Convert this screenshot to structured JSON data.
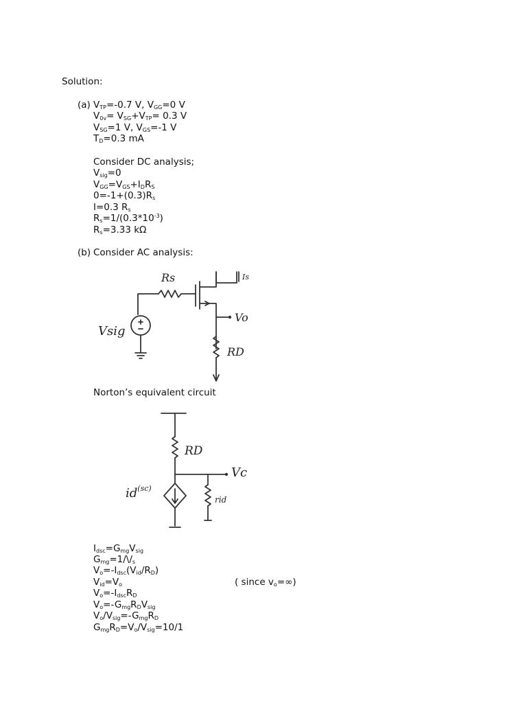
{
  "heading": "Solution:",
  "part_a": {
    "label": "(a)",
    "line1": {
      "a": "V",
      "a_sub": "TP",
      "b": "=-0.7 V, V",
      "b_sub": "GG",
      "c": "=0 V"
    },
    "line2": {
      "a": "V",
      "a_sub": "0v",
      "b": "= V",
      "b_sub": "SG",
      "c": "+V",
      "c_sub": "TP",
      "d": "= 0.3 V"
    },
    "line3": {
      "a": "V",
      "a_sub": "SG",
      "b": "=1 V, V",
      "b_sub": "GS",
      "c": "=-1 V"
    },
    "line4": {
      "a": "T",
      "a_sub": "D",
      "b": "=0.3 mA"
    },
    "dc_title": "Consider  DC analysis;",
    "dc1": {
      "a": "V",
      "a_sub": "sig",
      "b": "=0"
    },
    "dc2": {
      "a": "V",
      "a_sub": "GG",
      "b": "=V",
      "b_sub": "GS",
      "c": "+I",
      "c_sub": "D",
      "d": "R",
      "d_sub": "S"
    },
    "dc3": {
      "a": "0=-1+(0.3)R",
      "a_sub": "s"
    },
    "dc4": {
      "a": "I=0.3 R",
      "a_sub": "s"
    },
    "dc5": {
      "a": "R",
      "a_sub": "s",
      "b": "=1/(0.3*10",
      "b_sup": "-3",
      "c": ")"
    },
    "dc6": {
      "a": "R",
      "a_sub": "s",
      "b": "=3.33 kΩ"
    }
  },
  "part_b": {
    "label": "(b)",
    "title": "Consider AC analysis:",
    "circuit1": {
      "rs": "Rs",
      "is": "Is",
      "vsig": "Vsig",
      "vo": "Vo",
      "rd": "RD"
    },
    "norton_caption": "Norton’s equivalent circuit",
    "circuit2": {
      "rd": "RD",
      "vo": "Vc",
      "id": "id",
      "id_sup": "(sc)",
      "rid": "rid"
    },
    "eq1": {
      "a": "I",
      "a_sub": "dsc",
      "b": "=G",
      "b_sub": "mg",
      "c": "V",
      "c_sub": "sig"
    },
    "eq2": {
      "a": "G",
      "a_sub": "mg",
      "b": "=1/\\/",
      "b_sub": "s"
    },
    "eq3": {
      "a": "V",
      "a_sub": "o",
      "b": "=-I",
      "b_sub": "dsc",
      "c": "(V",
      "c_sub": "id",
      "d": "/R",
      "d_sub": "D",
      "e": ")"
    },
    "eq4": {
      "a": "V",
      "a_sub": "id",
      "b": "=V",
      "b_sub": "o"
    },
    "eq4_note": "( since v",
    "eq4_note_sub": "o",
    "eq4_note_end": "=∞)",
    "eq5": {
      "a": "V",
      "a_sub": "o",
      "b": "=-I",
      "b_sub": "dsc",
      "c": "R",
      "c_sub": "D"
    },
    "eq6": {
      "a": "V",
      "a_sub": "o",
      "b": "=-G",
      "b_sub": "mg",
      "c": "R",
      "c_sub": "D",
      "d": "V",
      "d_sub": "sig"
    },
    "eq7": {
      "a": "V",
      "a_sub": "o",
      "b": "/V",
      "b_sub": "sig",
      "c": "=-G",
      "c_sub": "mg",
      "d": "R",
      "d_sub": "D"
    },
    "eq8": {
      "a": "G",
      "a_sub": "mg",
      "b": "R",
      "b_sub": "D",
      "c": "=V",
      "c_sub": "o",
      "d": "/V",
      "d_sub": "sig",
      "e": "=10/1"
    }
  }
}
